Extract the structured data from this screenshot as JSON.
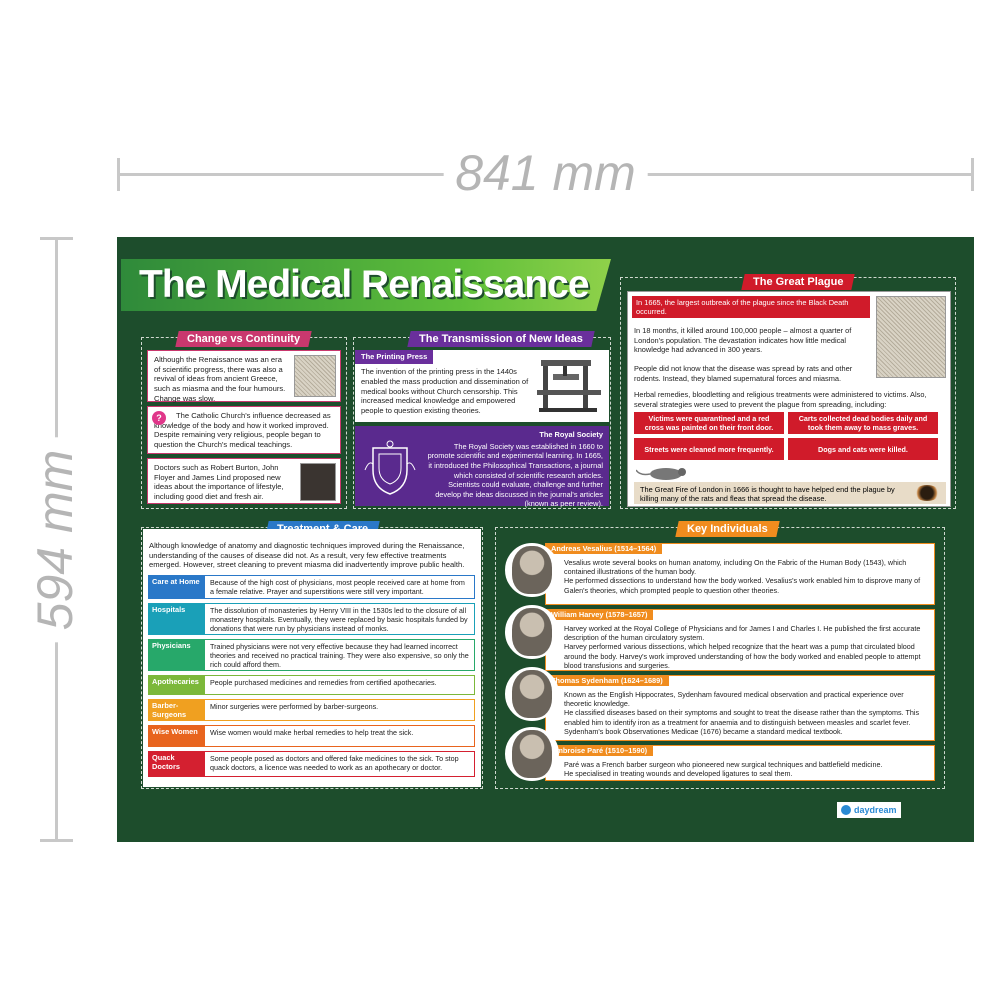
{
  "dimensions": {
    "width": "841 mm",
    "height": "594 mm"
  },
  "title": "The Medical Renaissance",
  "change_vs_continuity": {
    "heading": "Change vs Continuity",
    "cards": [
      "Although the Renaissance was an era of scientific progress, there was also a revival of ideas from ancient Greece, such as miasma and the four humours. Change was slow.",
      "The Catholic Church's influence decreased as knowledge of the body and how it worked improved. Despite remaining very religious, people began to question the Church's medical teachings.",
      "Doctors such as Robert Burton, John Floyer and James Lind proposed new ideas about the importance of lifestyle, including good diet and fresh air."
    ]
  },
  "transmission": {
    "heading": "The Transmission of New Ideas",
    "printing_press": {
      "label": "The Printing Press",
      "text": "The invention of the printing press in the 1440s enabled the mass production and dissemination of medical books without Church censorship. This increased medical knowledge and empowered people to question existing theories."
    },
    "royal_society": {
      "label": "The Royal Society",
      "text": "The Royal Society was established in 1660 to promote scientific and experimental learning. In 1665, it introduced the Philosophical Transactions, a journal which consisted of scientific research articles. Scientists could evaluate, challenge and further develop the ideas discussed in the journal's articles (known as peer review)."
    }
  },
  "great_plague": {
    "heading": "The Great Plague",
    "intro": "In 1665, the largest outbreak of the plague since the Black Death occurred.",
    "para1": "In 18 months, it killed around 100,000 people – almost a quarter of London's population. The devastation indicates how little medical knowledge had advanced in 300 years.",
    "para2": "People did not know that the disease was spread by rats and other rodents. Instead, they blamed supernatural forces and miasma.",
    "para3": "Herbal remedies, bloodletting and religious treatments were administered to victims. Also, several strategies were used to prevent the plague from spreading, including:",
    "strategies": [
      "Victims were quarantined and a red cross was painted on their front door.",
      "Carts collected dead bodies daily and took them away to mass graves.",
      "Streets were cleaned more frequently.",
      "Dogs and cats were killed."
    ],
    "fire": "The Great Fire of London in 1666 is thought to have helped end the plague by killing many of the rats and fleas that spread the disease."
  },
  "treatment": {
    "heading": "Treatment & Care",
    "intro": "Although knowledge of anatomy and diagnostic techniques improved during the Renaissance, understanding of the causes of disease did not. As a result, very few effective treatments emerged. However, street cleaning to prevent miasma did inadvertently improve public health.",
    "rows": [
      {
        "label": "Care at Home",
        "color": "#2a78c8",
        "text": "Because of the high cost of physicians, most people received care at home from a female relative. Prayer and superstitions were still very important."
      },
      {
        "label": "Hospitals",
        "color": "#1aa0b8",
        "text": "The dissolution of monasteries by Henry VIII in the 1530s led to the closure of all monastery hospitals. Eventually, they were replaced by basic hospitals funded by donations that were run by physicians instead of monks."
      },
      {
        "label": "Physicians",
        "color": "#27a86a",
        "text": "Trained physicians were not very effective because they had learned incorrect theories and received no practical training. They were also expensive, so only the rich could afford them."
      },
      {
        "label": "Apothecaries",
        "color": "#7cb83a",
        "text": "People purchased medicines and remedies from certified apothecaries."
      },
      {
        "label": "Barber-Surgeons",
        "color": "#f0a020",
        "text": "Minor surgeries were performed by barber-surgeons."
      },
      {
        "label": "Wise Women",
        "color": "#e8641e",
        "text": "Wise women would make herbal remedies to help treat the sick."
      },
      {
        "label": "Quack Doctors",
        "color": "#d42030",
        "text": "Some people posed as doctors and offered fake medicines to the sick. To stop quack doctors, a licence was needed to work as an apothecary or doctor."
      }
    ]
  },
  "key_individuals": {
    "heading": "Key Individuals",
    "people": [
      {
        "name": "Andreas Vesalius (1514–1564)",
        "line1": "Vesalius wrote several books on human anatomy, including On the Fabric of the Human Body (1543), which contained illustrations of the human body.",
        "line2": "He performed dissections to understand how the body worked. Vesalius's work enabled him to disprove many of Galen's theories, which prompted people to question other theories."
      },
      {
        "name": "William Harvey (1578–1657)",
        "line1": "Harvey worked at the Royal College of Physicians and for James I and Charles I. He published the first accurate description of the human circulatory system.",
        "line2": "Harvey performed various dissections, which helped recognize that the heart was a pump that circulated blood around the body. Harvey's work improved understanding of how the body worked and enabled people to attempt blood transfusions and surgeries."
      },
      {
        "name": "Thomas Sydenham (1624–1689)",
        "line1": "Known as the English Hippocrates, Sydenham favoured medical observation and practical experience over theoretic knowledge.",
        "line2": "He classified diseases based on their symptoms and sought to treat the disease rather than the symptoms. This enabled him to identify iron as a treatment for anaemia and to distinguish between measles and scarlet fever. Sydenham's book Observationes Medicae (1676) became a standard medical textbook."
      },
      {
        "name": "Ambroise Paré (1510–1590)",
        "line1": "Paré was a French barber surgeon who pioneered new surgical techniques and battlefield medicine.",
        "line2": "He specialised in treating wounds and developed ligatures to seal them."
      }
    ]
  },
  "logo": "daydream",
  "colors": {
    "poster_bg": "#1d4d2c",
    "accent_red": "#d01b2a",
    "accent_purple": "#6a2f9c",
    "accent_pink": "#c9386e",
    "accent_orange": "#f08c1e"
  }
}
